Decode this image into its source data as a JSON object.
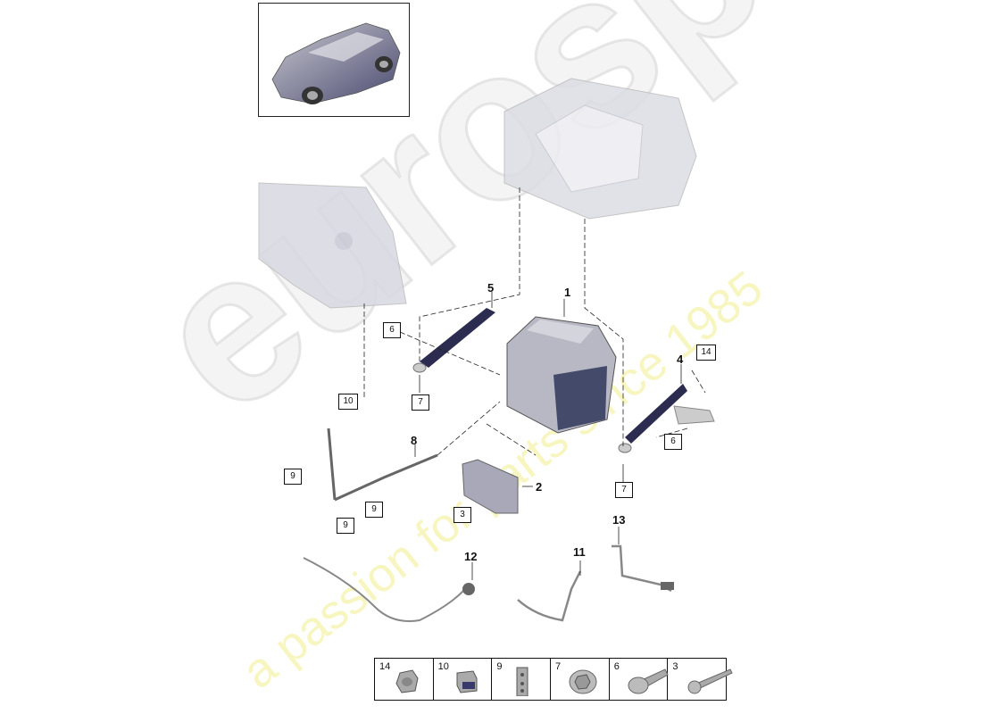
{
  "diagram": {
    "watermark": {
      "brand": "eurospares",
      "tagline": "a passion for parts since 1985"
    },
    "vehicle_thumbnail": "suv-vehicle-thumbnail",
    "part_callouts": [
      {
        "id": "1",
        "label": "1"
      },
      {
        "id": "2",
        "label": "2"
      },
      {
        "id": "4",
        "label": "4"
      },
      {
        "id": "5",
        "label": "5"
      },
      {
        "id": "8",
        "label": "8"
      },
      {
        "id": "11",
        "label": "11"
      },
      {
        "id": "12",
        "label": "12"
      },
      {
        "id": "13",
        "label": "13"
      }
    ],
    "boxed_callouts": [
      {
        "label": "6"
      },
      {
        "label": "7"
      },
      {
        "label": "10"
      },
      {
        "label": "9"
      },
      {
        "label": "9"
      },
      {
        "label": "9"
      },
      {
        "label": "3"
      },
      {
        "label": "14"
      },
      {
        "label": "6"
      },
      {
        "label": "7"
      }
    ],
    "legend": [
      {
        "number": "14",
        "icon": "flange-nut-icon"
      },
      {
        "number": "10",
        "icon": "clip-icon"
      },
      {
        "number": "9",
        "icon": "cable-holder-icon"
      },
      {
        "number": "7",
        "icon": "hex-nut-icon"
      },
      {
        "number": "6",
        "icon": "short-screw-icon"
      },
      {
        "number": "3",
        "icon": "long-screw-icon"
      }
    ]
  }
}
